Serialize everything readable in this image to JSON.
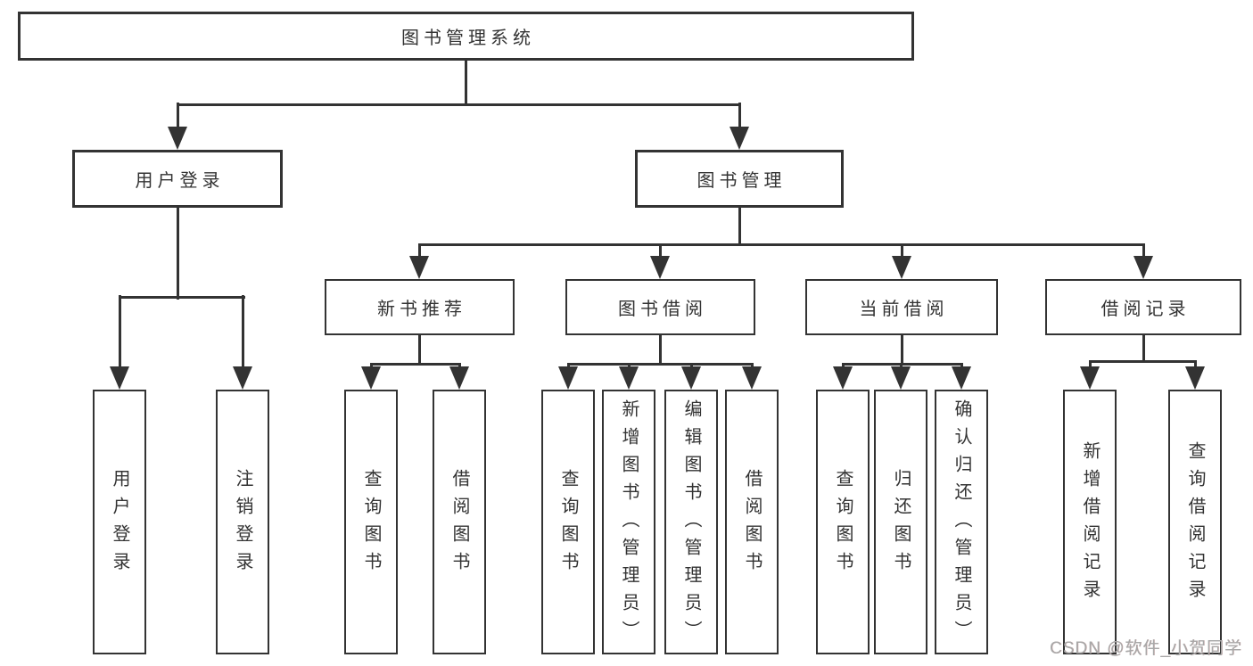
{
  "diagram": {
    "root": {
      "label": "图书管理系统"
    },
    "level2": {
      "user_login": {
        "label": "用户登录"
      },
      "book_management": {
        "label": "图书管理"
      }
    },
    "level3": {
      "new_book_recommend": {
        "label": "新书推荐"
      },
      "book_borrow": {
        "label": "图书借阅"
      },
      "current_borrow": {
        "label": "当前借阅"
      },
      "borrow_record": {
        "label": "借阅记录"
      }
    },
    "leaves": {
      "user_login": {
        "label": "用户登录"
      },
      "logout": {
        "label": "注销登录"
      },
      "query_book_recommend": {
        "label": "查询图书"
      },
      "borrow_book_recommend": {
        "label": "借阅图书"
      },
      "query_book_borrow": {
        "label": "查询图书"
      },
      "add_book_admin": {
        "label": "新增图书（管理员）"
      },
      "edit_book_admin": {
        "label": "编辑图书（管理员）"
      },
      "borrow_book_borrow": {
        "label": "借阅图书"
      },
      "query_book_current": {
        "label": "查询图书"
      },
      "return_book": {
        "label": "归还图书"
      },
      "confirm_return_admin": {
        "label": "确认归还（管理员）"
      },
      "add_borrow_record": {
        "label": "新增借阅记录"
      },
      "query_borrow_record": {
        "label": "查询借阅记录"
      }
    }
  },
  "watermark": {
    "text": "CSDN @软件_小贺同学"
  },
  "colors": {
    "line": "#333333",
    "text": "#333333",
    "background": "#ffffff",
    "watermark": "#a8a8a8"
  }
}
